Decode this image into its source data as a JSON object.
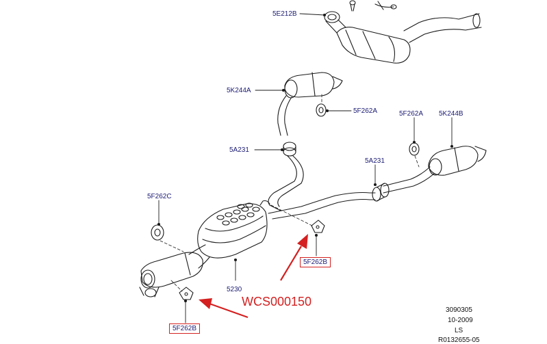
{
  "labels": {
    "p_5e212b": "5E212B",
    "p_5k244a": "5K244A",
    "p_5f262a_upper": "5F262A",
    "p_5a231_left": "5A231",
    "p_5f262a_right": "5F262A",
    "p_5k244b": "5K244B",
    "p_5a231_right": "5A231",
    "p_5f262c": "5F262C",
    "p_5230": "5230",
    "p_5f262b_right": "5F262B",
    "p_5f262b_left": "5F262B"
  },
  "callout": {
    "text": "WCS000150",
    "color": "#d42020"
  },
  "meta": {
    "ref": "3090305",
    "date": "10-2009",
    "code": "LS",
    "drawing": "R0132655-05"
  },
  "colors": {
    "line": "#1a1a1a",
    "label": "#1a1a73",
    "highlight": "#d42020"
  }
}
